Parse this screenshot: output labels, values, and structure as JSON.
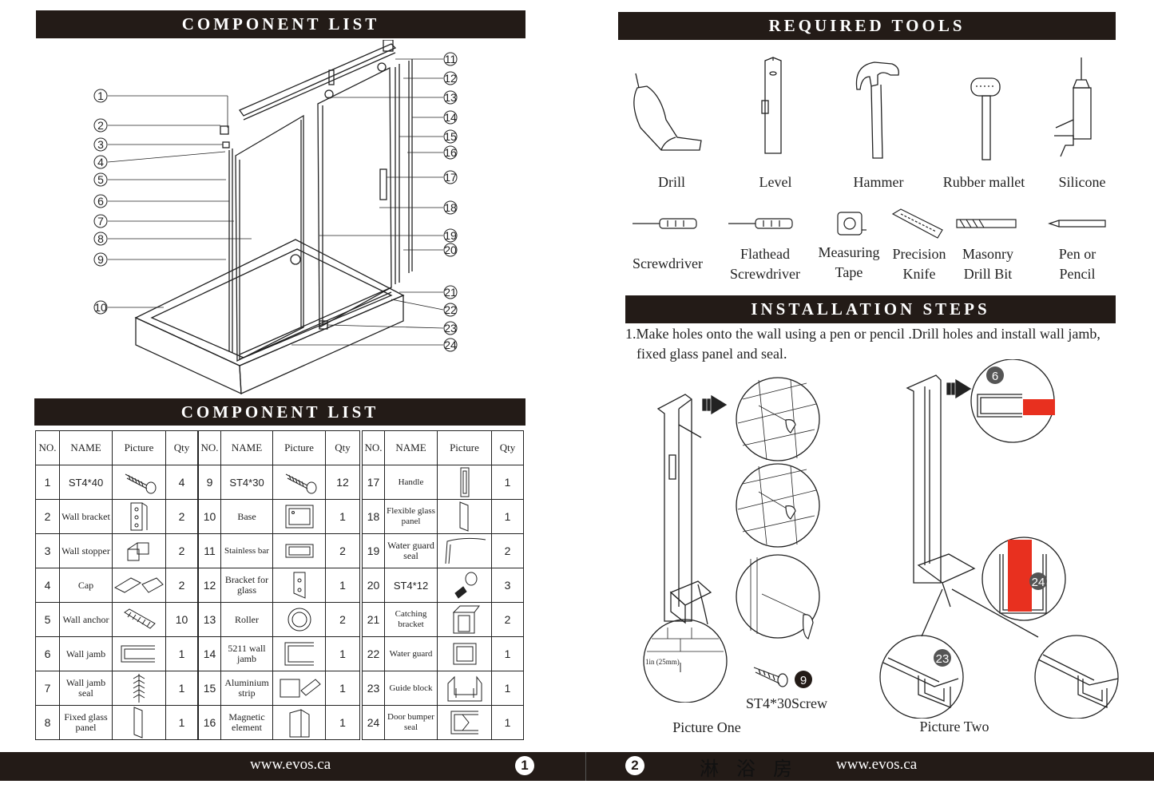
{
  "headers": {
    "component_list_top": "COMPONENT LIST",
    "component_list_bottom": "COMPONENT LIST",
    "required_tools": "REQUIRED TOOLS",
    "installation_steps": "INSTALLATION STEPS"
  },
  "diagram_callouts_left": [
    "1",
    "2",
    "3",
    "4",
    "5",
    "6",
    "7",
    "8",
    "9",
    "10"
  ],
  "diagram_callouts_right": [
    "11",
    "12",
    "13",
    "14",
    "15",
    "16",
    "17",
    "18",
    "19",
    "20",
    "21",
    "22",
    "23",
    "24"
  ],
  "tools_row1": [
    {
      "label": "Drill",
      "icon": "drill-icon"
    },
    {
      "label": "Level",
      "icon": "level-icon"
    },
    {
      "label": "Hammer",
      "icon": "hammer-icon"
    },
    {
      "label": "Rubber mallet",
      "icon": "rubber-mallet-icon"
    },
    {
      "label": "Silicone",
      "icon": "silicone-gun-icon"
    }
  ],
  "tools_row2": [
    {
      "line1": "Screwdriver",
      "line2": "",
      "icon": "screwdriver-icon"
    },
    {
      "line1": "Flathead",
      "line2": "Screwdriver",
      "icon": "flathead-screwdriver-icon"
    },
    {
      "line1": "Measuring",
      "line2": "Tape",
      "icon": "measuring-tape-icon"
    },
    {
      "line1": "Precision",
      "line2": "Knife",
      "icon": "precision-knife-icon"
    },
    {
      "line1": "Masonry",
      "line2": "Drill Bit",
      "icon": "masonry-drill-bit-icon"
    },
    {
      "line1": "Pen or",
      "line2": "Pencil",
      "icon": "pencil-icon"
    }
  ],
  "table_headers": {
    "no": "NO.",
    "name": "NAME",
    "picture": "Picture",
    "qty": "Qty"
  },
  "components": [
    {
      "no": "1",
      "name": "ST4*40",
      "qty": "4"
    },
    {
      "no": "2",
      "name": "Wall bracket",
      "qty": "2"
    },
    {
      "no": "3",
      "name": "Wall stopper",
      "qty": "2"
    },
    {
      "no": "4",
      "name": "Cap",
      "qty": "2"
    },
    {
      "no": "5",
      "name": "Wall anchor",
      "qty": "10"
    },
    {
      "no": "6",
      "name": "Wall jamb",
      "qty": "1"
    },
    {
      "no": "7",
      "name": "Wall jamb seal",
      "qty": "1"
    },
    {
      "no": "8",
      "name": "Fixed glass panel",
      "qty": "1"
    },
    {
      "no": "9",
      "name": "ST4*30",
      "qty": "12"
    },
    {
      "no": "10",
      "name": "Base",
      "qty": "1"
    },
    {
      "no": "11",
      "name": "Stainless bar",
      "qty": "2"
    },
    {
      "no": "12",
      "name": "Bracket for glass",
      "qty": "1"
    },
    {
      "no": "13",
      "name": "Roller",
      "qty": "2"
    },
    {
      "no": "14",
      "name": "5211 wall jamb",
      "qty": "1"
    },
    {
      "no": "15",
      "name": "Aluminium strip",
      "qty": "1"
    },
    {
      "no": "16",
      "name": "Magnetic element",
      "qty": "1"
    },
    {
      "no": "17",
      "name": "Handle",
      "qty": "1"
    },
    {
      "no": "18",
      "name": "Flexible glass panel",
      "qty": "1"
    },
    {
      "no": "19",
      "name": "Water guard seal",
      "qty": "2"
    },
    {
      "no": "20",
      "name": "ST4*12",
      "qty": "3"
    },
    {
      "no": "21",
      "name": "Catching bracket",
      "qty": "2"
    },
    {
      "no": "22",
      "name": "Water guard",
      "qty": "1"
    },
    {
      "no": "23",
      "name": "Guide block",
      "qty": "1"
    },
    {
      "no": "24",
      "name": "Door bumper seal",
      "qty": "1"
    }
  ],
  "step1": {
    "line1": "1.Make holes onto the wall using a pen or pencil .Drill holes and install wall jamb,",
    "line2": "fixed glass panel and seal."
  },
  "picture_one": {
    "caption": "Picture One",
    "screw_label": "ST4*30Screw",
    "screw_callout": "9",
    "measure_label": "1in (25mm)"
  },
  "picture_two": {
    "caption": "Picture Two",
    "callout_a": "6",
    "callout_b": "24",
    "callout_c": "23"
  },
  "footer": {
    "url_left": "www.evos.ca",
    "url_right": "www.evos.ca",
    "page_left": "1",
    "page_right": "2",
    "chinese": "淋浴房  "
  },
  "colors": {
    "header_bg": "#231b17",
    "seal_red": "#e8301f"
  }
}
